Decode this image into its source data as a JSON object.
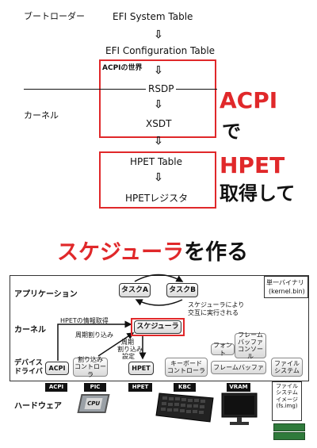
{
  "top": {
    "bootloader_label": "ブートローダー",
    "kernel_label": "カーネル",
    "efi_system_table": "EFI System Table",
    "efi_config_table": "EFI Configuration Table",
    "acpi_world": "ACPIの世界",
    "rsdp": "RSDP",
    "xsdt": "XSDT",
    "hpet_table": "HPET Table",
    "hpet_register": "HPETレジスタ",
    "arrow": "⇩",
    "acpi_big": "ACPI",
    "de": "で",
    "hpet_big": "HPET",
    "get_text": "取得して"
  },
  "heading": {
    "part1": "スケジューラ",
    "part2": "を作る"
  },
  "diagram": {
    "row_app": "アプリケーション",
    "row_kernel": "カーネル",
    "row_driver_1": "デバイス",
    "row_driver_2": "ドライバ",
    "row_hw": "ハードウェア",
    "single_binary_1": "単一バイナリ",
    "single_binary_2": "(kernel.bin)",
    "task_a": "タスクA",
    "task_b": "タスクB",
    "sched_note_1": "スケジューラにより",
    "sched_note_2": "交互に実行される",
    "hpet_info": "HPETの情報取得",
    "periodic_irq": "周期割り込み",
    "periodic_irq_set_1": "周期",
    "periodic_irq_set_2": "割り込み",
    "periodic_irq_set_3": "設定",
    "scheduler": "スケジューラ",
    "font": "フォント",
    "fb_console_1": "フレーム",
    "fb_console_2": "バッファ",
    "fb_console_3": "コンソール",
    "drv_acpi": "ACPI",
    "drv_irq_1": "割り込み",
    "drv_irq_2": "コントローラ",
    "drv_hpet": "HPET",
    "drv_kbd_1": "キーボード",
    "drv_kbd_2": "コントローラ",
    "drv_fb": "フレームバッファ",
    "drv_fs_1": "ファイル",
    "drv_fs_2": "システム",
    "hw_acpi": "ACPI",
    "hw_pic": "PIC",
    "hw_hpet": "HPET",
    "hw_kbc": "KBC",
    "hw_vram": "VRAM",
    "fs_image_1": "ファイル",
    "fs_image_2": "システム",
    "fs_image_3": "イメージ",
    "fs_image_4": "(fs.img)",
    "cpu_text": "CPU"
  },
  "colors": {
    "accent_red": "#e0282a"
  }
}
